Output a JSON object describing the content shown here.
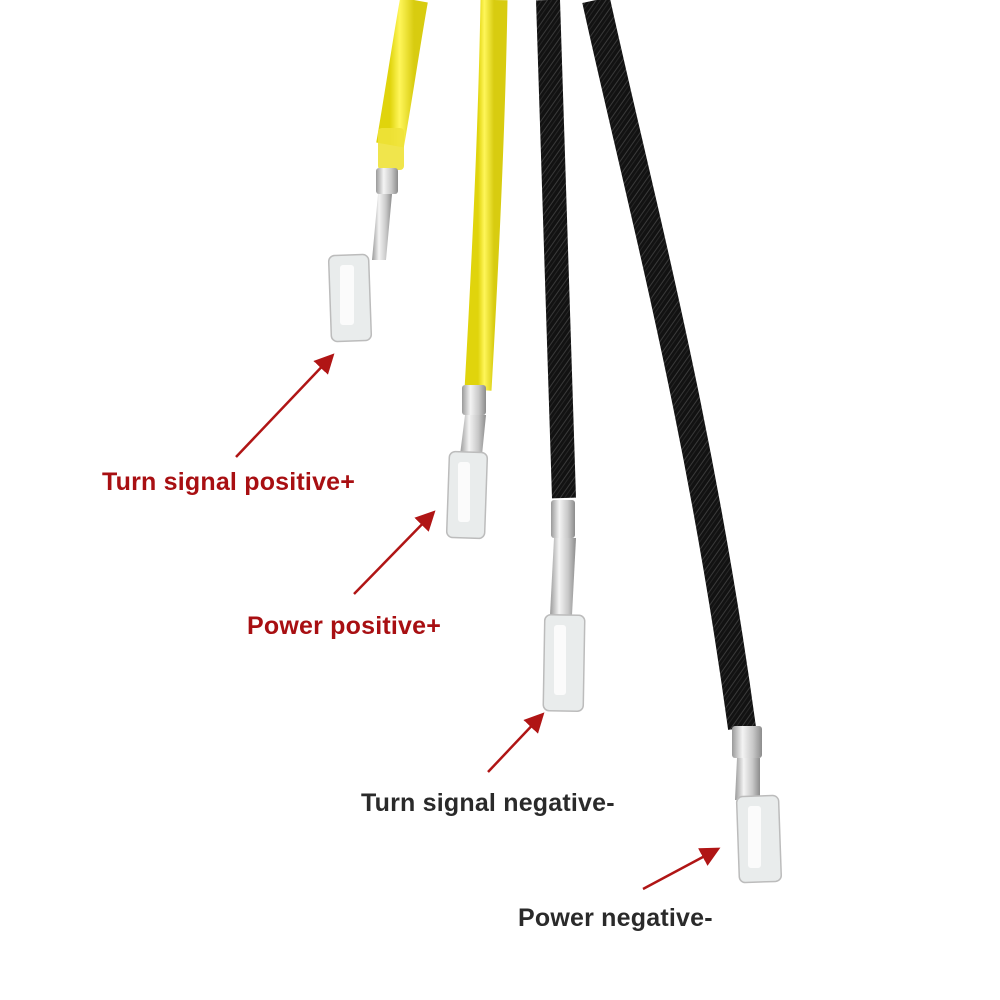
{
  "labels": {
    "turn_signal_positive": "Turn signal positive+",
    "power_positive": "Power positive+",
    "turn_signal_negative": "Turn signal negative-",
    "power_negative": "Power negative-"
  },
  "wires": [
    {
      "color_name": "yellow",
      "color": "#f7ef2a"
    },
    {
      "color_name": "yellow",
      "color": "#f7ef2a"
    },
    {
      "color_name": "black braided",
      "color": "#141414"
    },
    {
      "color_name": "black braided",
      "color": "#141414"
    }
  ],
  "colors": {
    "positive_label": "#a80f12",
    "negative_label": "#2a2a2a",
    "arrow": "#b01515",
    "background": "#ffffff"
  }
}
